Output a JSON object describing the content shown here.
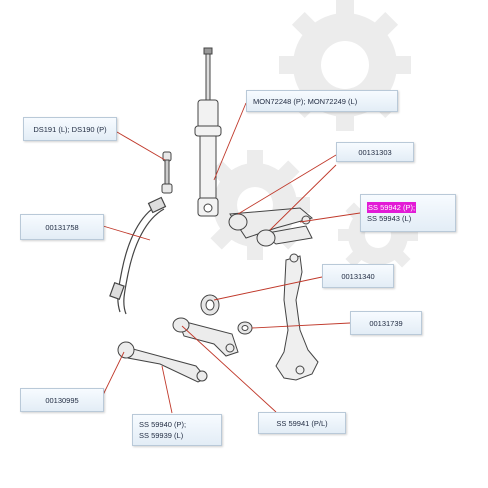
{
  "labels": {
    "shock": "MON72248 (P);  MON72249 (L)",
    "link": "DS191 (L);  DS190  (P)",
    "upper_mount": "00131303",
    "upper_arm_p": "SS 59942 (P);",
    "upper_arm_l": "SS 59943 (L)",
    "stab_bar": "00131758",
    "bushing_a": "00131340",
    "bushing_b": "00131739",
    "lower_bush": "00130995",
    "lower_arm_p": "SS 59940 (P);",
    "lower_arm_l": "SS 59939 (L)",
    "rear_arm": "SS 59941 (P/L)"
  },
  "colors": {
    "leader": "#c0392b",
    "highlight": "#e21bd6",
    "watermark": "#e9e9e9",
    "parts": "#555555"
  }
}
